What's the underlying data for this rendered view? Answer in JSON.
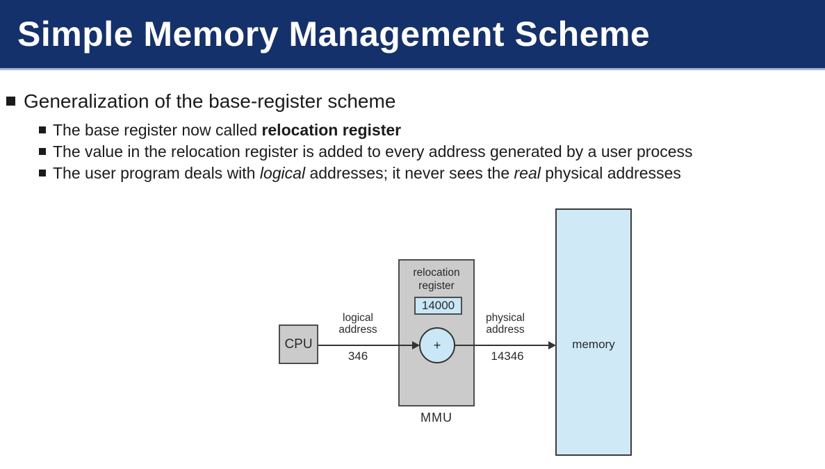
{
  "header": {
    "title": "Simple Memory Management Scheme"
  },
  "bullets": {
    "main": "Generalization of the base-register scheme",
    "sub1_pre": "The base register now called ",
    "sub1_bold": "relocation register",
    "sub2": "The value in the relocation register is added to every address generated by a user process",
    "sub3_pre": "The user program deals with ",
    "sub3_italic1": "logical",
    "sub3_mid": " addresses; it never sees the ",
    "sub3_italic2": "real",
    "sub3_post": " physical addresses"
  },
  "diagram": {
    "cpu_label": "CPU",
    "logical_address_line1": "logical",
    "logical_address_line2": "address",
    "logical_value": "346",
    "relocation_register_line1": "relocation",
    "relocation_register_line2": "register",
    "relocation_value": "14000",
    "adder_symbol": "+",
    "physical_address_line1": "physical",
    "physical_address_line2": "address",
    "physical_value": "14346",
    "memory_label": "memory",
    "mmu_label": "MMU"
  },
  "colors": {
    "header_bg": "#15316b",
    "header_underline": "#a8b6d5",
    "box_gray": "#cbcbcb",
    "box_border": "#4d4d4d",
    "light_blue": "#c9e7f6",
    "memory_blue": "#cfe9f7",
    "line_color": "#333333",
    "text_color": "#1b1b1b"
  }
}
